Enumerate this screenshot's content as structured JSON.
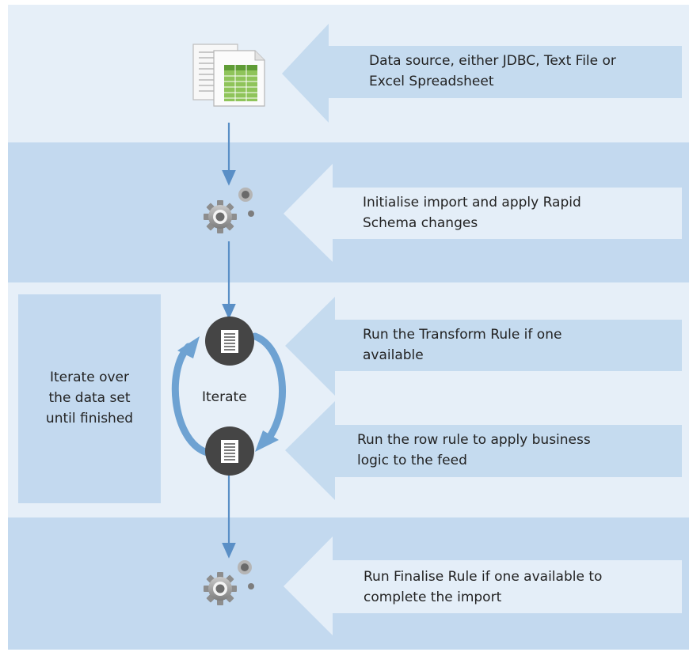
{
  "colors": {
    "light_band": "#e6eff8",
    "dark_band": "#c3d9ef",
    "arrow_on_light": "#c5dbef",
    "arrow_on_dark": "#e4eef8",
    "flow_line": "#5a8fc6",
    "loop_arrow": "#6ea2d2",
    "node_fill": "#454545"
  },
  "icons": {
    "data_source": "spreadsheet-icon",
    "initialise": "gears-icon",
    "transform": "document-node-icon",
    "row_rule": "document-node-icon",
    "finalise": "gears-icon"
  },
  "steps": {
    "data_source": {
      "line1": "Data source, either JDBC, Text File or",
      "line2": "Excel Spreadsheet"
    },
    "initialise": {
      "line1": "Initialise import and apply Rapid",
      "line2": "Schema changes"
    },
    "transform": {
      "line1": "Run the Transform Rule if one",
      "line2": "available"
    },
    "row_rule": {
      "line1": "Run the row rule to apply business",
      "line2": "logic to the feed"
    },
    "finalise": {
      "line1": "Run Finalise Rule if one available to",
      "line2": "complete the import"
    }
  },
  "loop": {
    "center_label": "Iterate",
    "side_label": {
      "line1": "Iterate over",
      "line2": "the data set",
      "line3": "until finished"
    }
  }
}
